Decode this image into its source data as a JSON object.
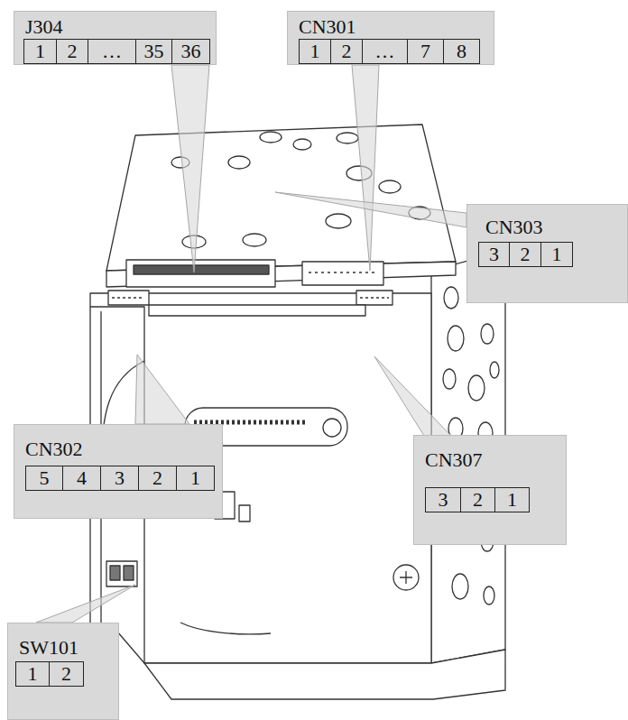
{
  "diagram": {
    "nodes": [
      {
        "text": [
          "J304"
        ]
      },
      {
        "text": [
          "1"
        ],
        "in": 0
      },
      {
        "text": [
          "2"
        ],
        "in": 0
      },
      {
        "text": [
          "…"
        ],
        "in": 0
      },
      {
        "text": [
          "35"
        ],
        "in": 0
      },
      {
        "text": [
          "36"
        ],
        "in": 0
      },
      {
        "text": [
          "CN301"
        ]
      },
      {
        "text": [
          "1"
        ],
        "in": 6
      },
      {
        "text": [
          "2"
        ],
        "in": 6
      },
      {
        "text": [
          "…"
        ],
        "in": 6
      },
      {
        "text": [
          "7"
        ],
        "in": 6
      },
      {
        "text": [
          "8"
        ],
        "in": 6
      },
      {
        "text": [
          "CN303"
        ]
      },
      {
        "text": [
          "3"
        ],
        "in": 12
      },
      {
        "text": [
          "2"
        ],
        "in": 12
      },
      {
        "text": [
          "1"
        ],
        "in": 12
      },
      {
        "text": [
          "CN302"
        ]
      },
      {
        "text": [
          "5"
        ],
        "in": 16
      },
      {
        "text": [
          "4"
        ],
        "in": 16
      },
      {
        "text": [
          "3"
        ],
        "in": 16
      },
      {
        "text": [
          "2"
        ],
        "in": 16
      },
      {
        "text": [
          "1"
        ],
        "in": 16
      },
      {
        "text": [
          "CN307"
        ]
      },
      {
        "text": [
          "3"
        ],
        "in": 22
      },
      {
        "text": [
          "2"
        ],
        "in": 22
      },
      {
        "text": [
          "1"
        ],
        "in": 22
      },
      {
        "text": [
          "SW101"
        ]
      },
      {
        "text": [
          "1"
        ],
        "in": 26
      },
      {
        "text": [
          "2"
        ],
        "in": 26
      }
    ]
  }
}
